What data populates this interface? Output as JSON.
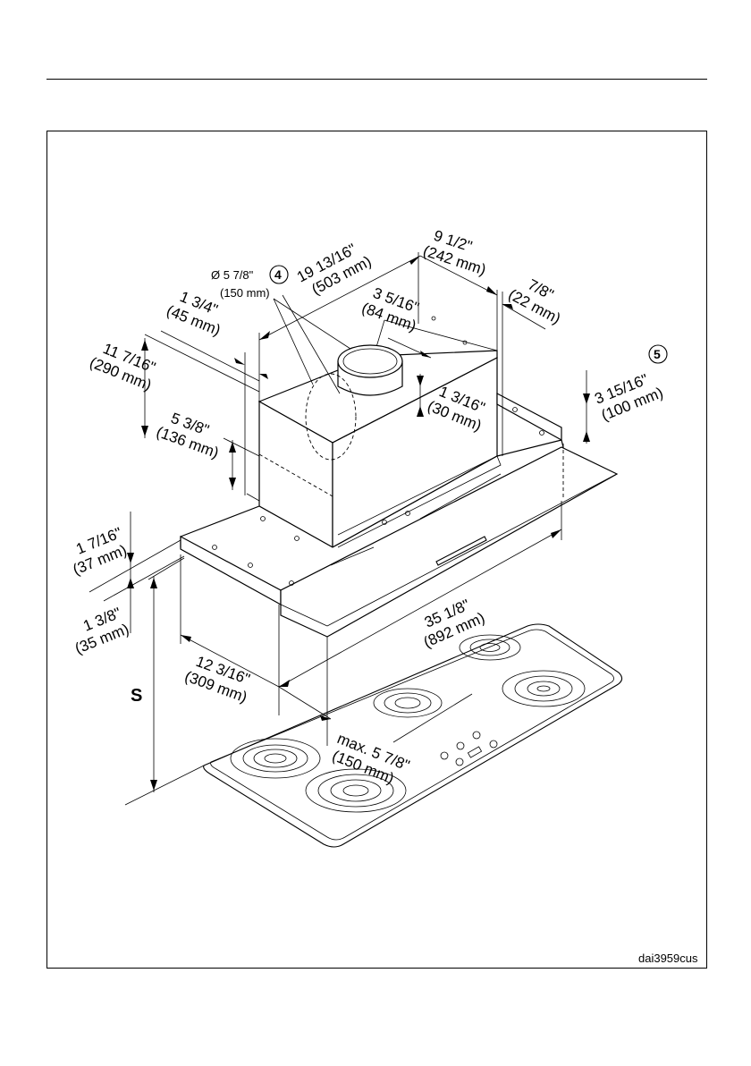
{
  "diagram": {
    "dimensions": {
      "d_9_1_2": {
        "a": "9 1/2\"",
        "b": "(242 mm)"
      },
      "d_7_8": {
        "a": "7/8\"",
        "b": "(22 mm)"
      },
      "d_19_13_16": {
        "a": "19 13/16\"",
        "b": "(503 mm)"
      },
      "d_dia": {
        "a": "Ø 5 7/8\"",
        "b": "(150 mm)"
      },
      "d_3_5_16": {
        "a": "3 5/16\"",
        "b": "(84 mm)"
      },
      "d_1_3_4": {
        "a": "1 3/4\"",
        "b": "(45 mm)"
      },
      "d_11_7_16": {
        "a": "11 7/16\"",
        "b": "(290 mm)"
      },
      "d_1_3_16": {
        "a": "1 3/16\"",
        "b": "(30 mm)"
      },
      "d_3_15_16": {
        "a": "3 15/16\"",
        "b": "(100 mm)"
      },
      "d_5_3_8": {
        "a": "5 3/8\"",
        "b": "(136 mm)"
      },
      "d_1_7_16": {
        "a": "1 7/16\"",
        "b": "(37 mm)"
      },
      "d_1_3_8": {
        "a": "1 3/8\"",
        "b": "(35 mm)"
      },
      "d_35_1_8": {
        "a": "35 1/8\"",
        "b": "(892 mm)"
      },
      "d_12_3_16": {
        "a": "12 3/16\"",
        "b": "(309 mm)"
      },
      "d_max": {
        "a": "max. 5 7/8\"",
        "b": "(150 mm)"
      }
    },
    "callouts": {
      "four": "4",
      "five": "5"
    },
    "s_label": "S",
    "drawing_code": "dai3959cus"
  }
}
